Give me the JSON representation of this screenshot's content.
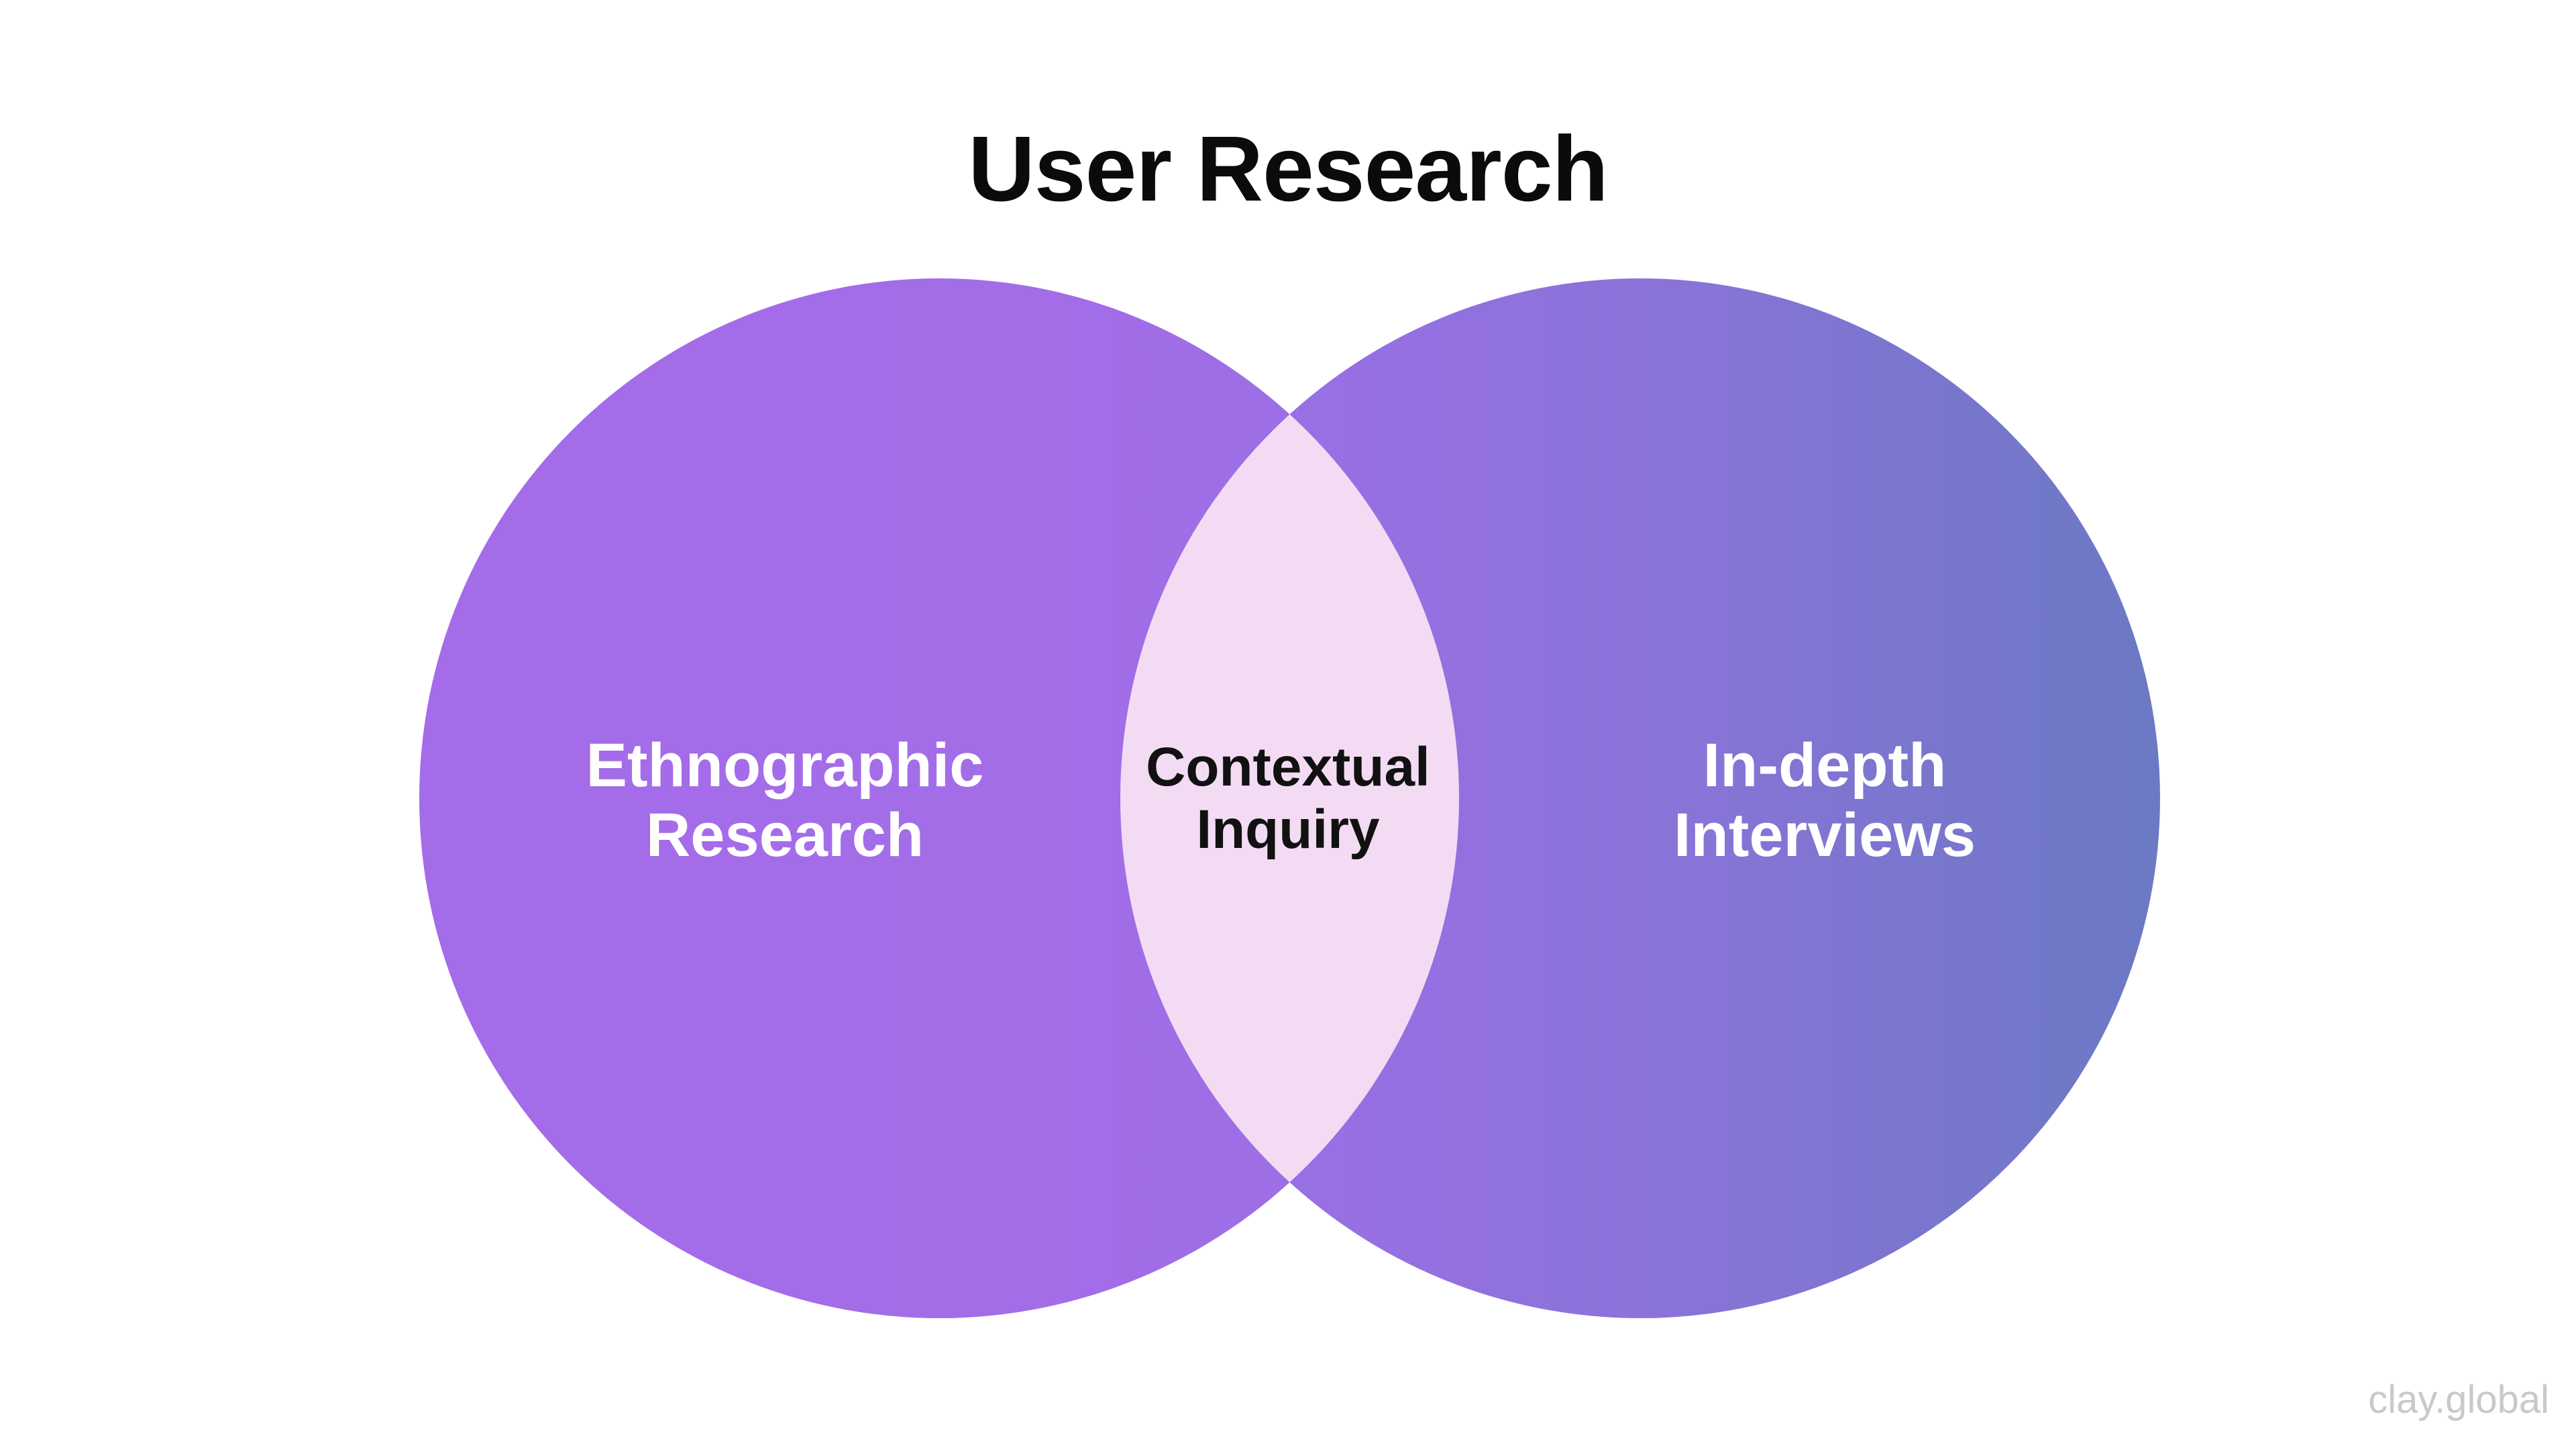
{
  "diagram": {
    "title": "User Research",
    "left_set": {
      "lines": [
        "Ethnographic",
        "Research"
      ]
    },
    "right_set": {
      "lines": [
        "In-depth",
        "Interviews"
      ]
    },
    "intersection": {
      "lines": [
        "Contextual",
        "Inquiry"
      ]
    }
  },
  "colors": {
    "left_circle": "#a46ce8",
    "right_circle_start": "#9b6ee6",
    "right_circle_end": "#6b79c4",
    "intersection_fill": "#f3dcf3",
    "title_text": "#0b0b0b"
  },
  "watermark": "clay.global"
}
